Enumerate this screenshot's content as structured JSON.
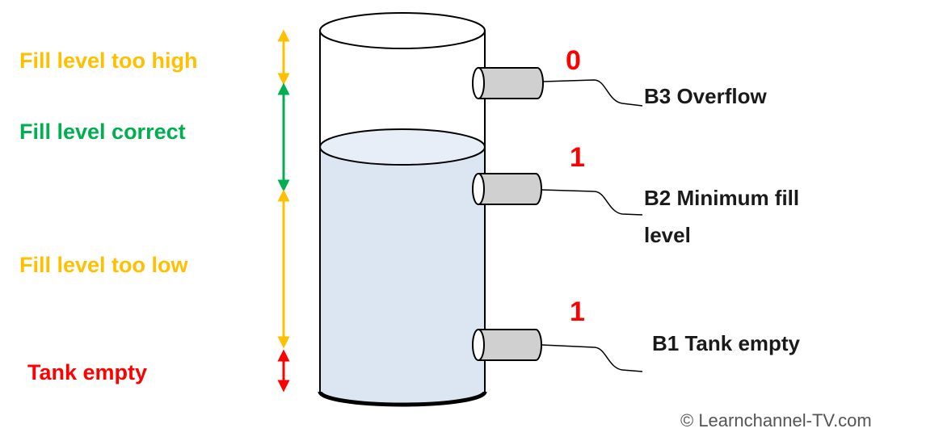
{
  "zones": [
    {
      "label": "Fill level too high",
      "color": "#ffc000"
    },
    {
      "label": "Fill level correct",
      "color": "#00b050"
    },
    {
      "label": "Fill level too low",
      "color": "#ffc000"
    },
    {
      "label": "Tank empty",
      "color": "#ff0000"
    }
  ],
  "sensors": [
    {
      "name": "B3 Overflow",
      "value": "0"
    },
    {
      "name": "B2 Minimum fill level",
      "value": "1"
    },
    {
      "name": "B1 Tank empty",
      "value": "1"
    }
  ],
  "colors": {
    "liquid": "#dce6f2",
    "liquid_surface": "#e8eef7",
    "sensor_body": "#d0d0d0",
    "outline": "#000000",
    "signal_value": "#ff0000"
  },
  "copyright": "© Learnchannel-TV.com"
}
